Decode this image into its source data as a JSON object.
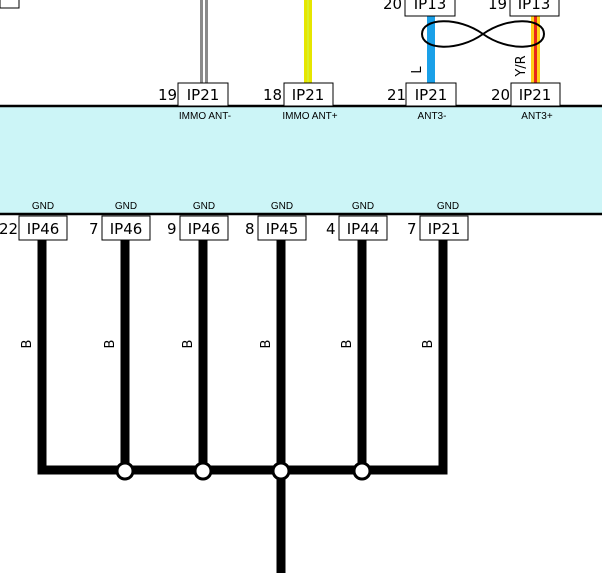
{
  "colors": {
    "module_fill": "#ccf5f7",
    "wire_black": "#000000",
    "wire_gray": "#8a8a8a",
    "wire_yellow_green": "#e6e600",
    "wire_blue": "#1aa0e8",
    "wire_yellow": "#ffd21a",
    "wire_red": "#e8281a"
  },
  "top_connectors": [
    {
      "pin": "20",
      "connector": "IP13"
    },
    {
      "pin": "19",
      "connector": "IP13"
    }
  ],
  "module_top_pins": [
    {
      "pin": "19",
      "connector": "IP21",
      "signal": "IMMO ANT-"
    },
    {
      "pin": "18",
      "connector": "IP21",
      "signal": "IMMO ANT+"
    },
    {
      "pin": "21",
      "connector": "IP21",
      "signal": "ANT3-",
      "wire_color": "L"
    },
    {
      "pin": "20",
      "connector": "IP21",
      "signal": "ANT3+",
      "wire_color": "Y/R"
    }
  ],
  "module_bottom_pins": [
    {
      "pin": "22",
      "connector": "IP46",
      "signal": "GND",
      "wire_color": "B"
    },
    {
      "pin": "7",
      "connector": "IP46",
      "signal": "GND",
      "wire_color": "B"
    },
    {
      "pin": "9",
      "connector": "IP46",
      "signal": "GND",
      "wire_color": "B"
    },
    {
      "pin": "8",
      "connector": "IP45",
      "signal": "GND",
      "wire_color": "B"
    },
    {
      "pin": "4",
      "connector": "IP44",
      "signal": "GND",
      "wire_color": "B"
    },
    {
      "pin": "7",
      "connector": "IP21",
      "signal": "GND",
      "wire_color": "B"
    }
  ]
}
